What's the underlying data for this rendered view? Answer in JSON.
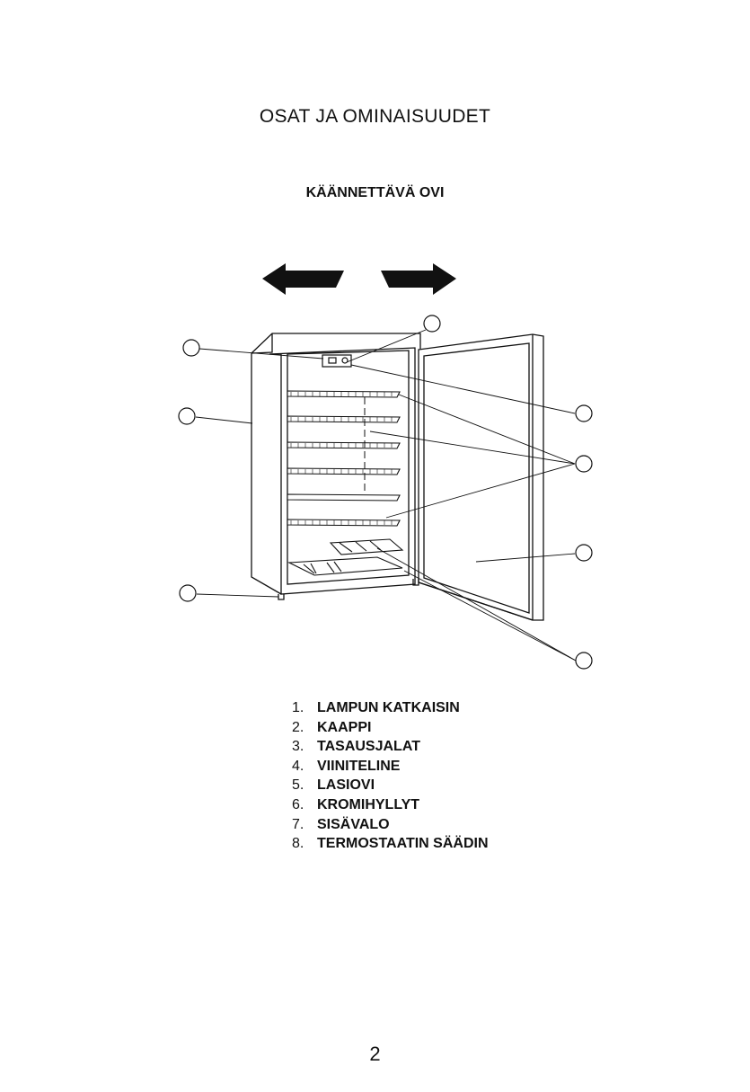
{
  "title": "OSAT JA OMINAISUUDET",
  "subtitle": "KÄÄNNETTÄVÄ OVI",
  "parts": [
    {
      "number": "1.",
      "label": "LAMPUN KATKAISIN"
    },
    {
      "number": "2.",
      "label": "KAAPPI"
    },
    {
      "number": "3.",
      "label": "TASAUSJALAT"
    },
    {
      "number": "4.",
      "label": "VIINITELINE"
    },
    {
      "number": "5.",
      "label": "LASIOVI"
    },
    {
      "number": "6.",
      "label": "KROMIHYLLYT"
    },
    {
      "number": "7.",
      "label": "SISÄVALO"
    },
    {
      "number": "8.",
      "label": "TERMOSTAATIN SÄÄDIN"
    }
  ],
  "page_number": "2"
}
